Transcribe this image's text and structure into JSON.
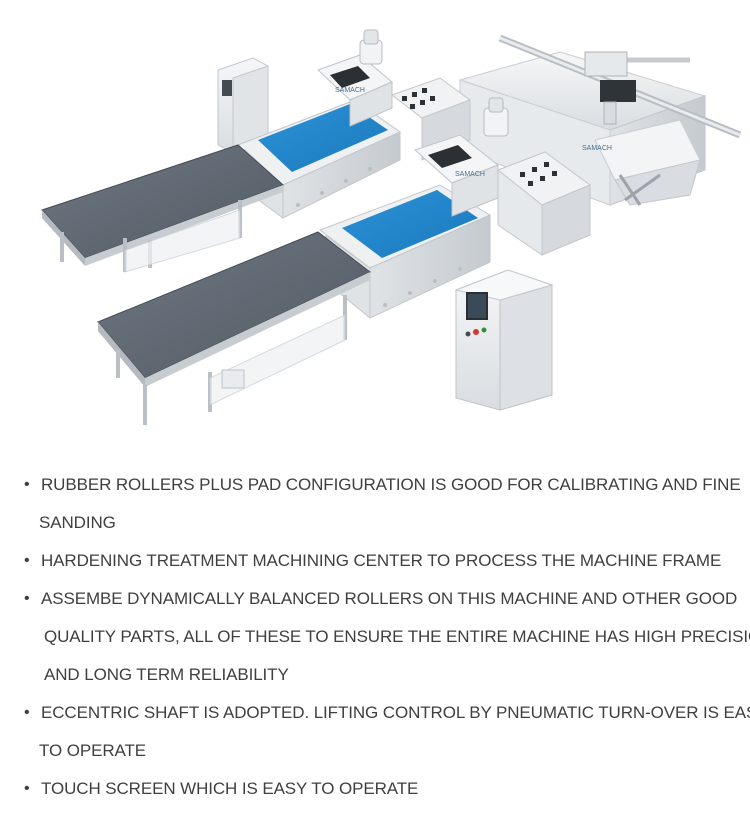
{
  "product_image": {
    "brand_label_1": "SAMACH",
    "brand_label_2": "SAMACH",
    "brand_label_3": "SAMACH"
  },
  "features": [
    {
      "lines": [
        "RUBBER ROLLERS PLUS PAD CONFIGURATION IS GOOD FOR CALIBRATING AND FINE",
        "SANDING"
      ]
    },
    {
      "lines": [
        "HARDENING TREATMENT MACHINING CENTER TO PROCESS THE MACHINE FRAME"
      ]
    },
    {
      "lines": [
        "ASSEMBE DYNAMICALLY BALANCED ROLLERS ON THIS MACHINE AND OTHER GOOD",
        "QUALITY PARTS, ALL OF THESE TO ENSURE THE ENTIRE MACHINE HAS HIGH  PRECISION",
        "AND LONG TERM RELIABILITY"
      ]
    },
    {
      "lines": [
        "ECCENTRIC SHAFT IS ADOPTED. LIFTING CONTROL BY PNEUMATIC TURN-OVER IS EASY",
        "TO OPERATE"
      ]
    },
    {
      "lines": [
        "TOUCH SCREEN WHICH IS EASY TO OPERATE"
      ]
    }
  ],
  "bullet_symbol": "•",
  "colors": {
    "text": "#3f3f3f",
    "table_blue": "#1f83c8",
    "conveyor_gray": "#5d6670",
    "machine_white": "#eef0f2"
  }
}
